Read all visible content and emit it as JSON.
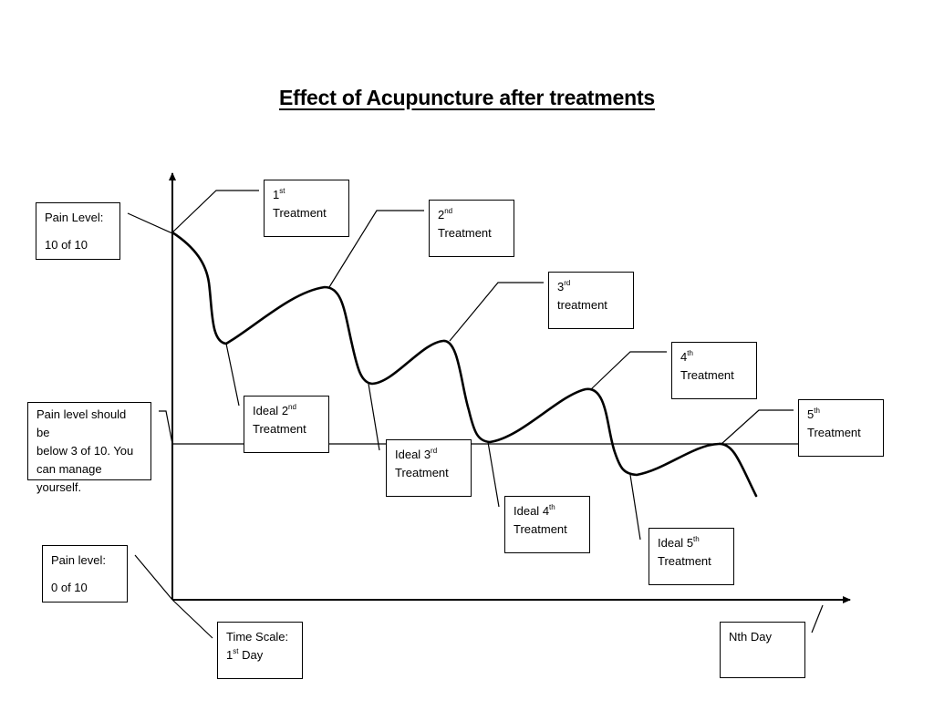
{
  "title": "Effect of Acupuncture after treatments",
  "labels": {
    "pain_max": {
      "line1": "Pain Level:",
      "line2": "10 of 10"
    },
    "pain_min": {
      "line1": "Pain level:",
      "line2": "0 of 10"
    },
    "threshold": {
      "line1": "Pain level should be",
      "line2": "below  3 of 10. You",
      "line3": "can manage",
      "line4": "yourself."
    },
    "time_start": {
      "line1": "Time Scale:",
      "num": "1",
      "sup": "st",
      "rest": " Day"
    },
    "time_end": {
      "text": "Nth Day"
    }
  },
  "treatments": [
    {
      "num": "1",
      "sup": "st",
      "word": "Treatment"
    },
    {
      "num": "2",
      "sup": "nd",
      "word": "Treatment"
    },
    {
      "num": "3",
      "sup": "rd",
      "word": "treatment"
    },
    {
      "num": "4",
      "sup": "th",
      "word": "Treatment"
    },
    {
      "num": "5",
      "sup": "th",
      "word": "Treatment"
    }
  ],
  "ideal": [
    {
      "prefix": "Ideal ",
      "num": "2",
      "sup": "nd",
      "word": "Treatment"
    },
    {
      "prefix": "Ideal ",
      "num": "3",
      "sup": "rd",
      "word": "Treatment"
    },
    {
      "prefix": "Ideal ",
      "num": "4",
      "sup": "th",
      "word": "Treatment"
    },
    {
      "prefix": "Ideal ",
      "num": "5",
      "sup": "th",
      "word": "Treatment"
    }
  ]
}
